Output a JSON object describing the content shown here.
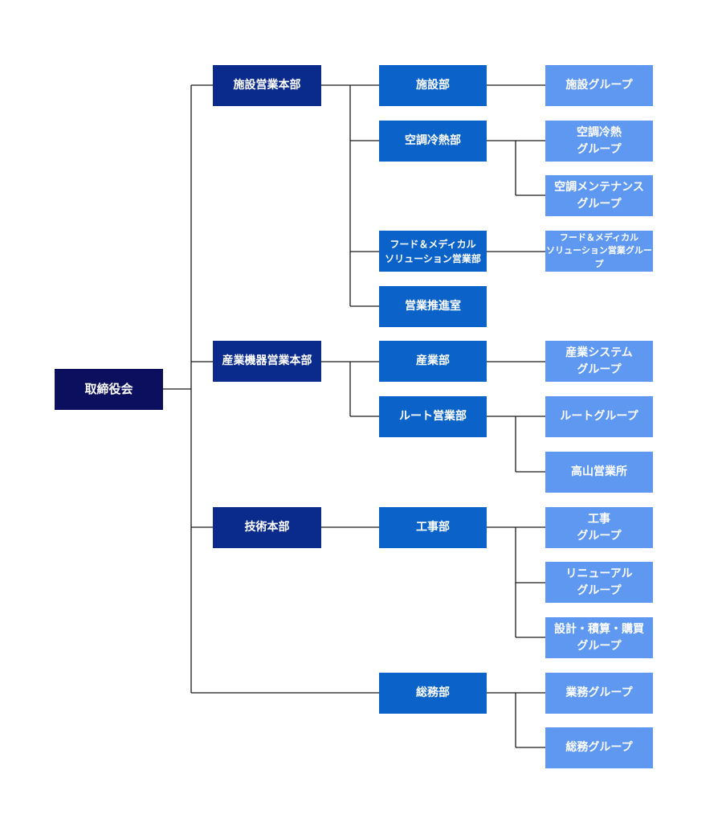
{
  "nodes": {
    "board": "取締役会",
    "facility_hq": "施設営業本部",
    "industrial_hq": "産業機器営業本部",
    "tech_hq": "技術本部",
    "facility_dept": "施設部",
    "hvac_dept": "空調冷熱部",
    "food_medical_dept": "フード＆メディカル\nソリューション営業部",
    "sales_promo": "営業推進室",
    "industry_dept": "産業部",
    "route_dept": "ルート営業部",
    "construction_dept": "工事部",
    "general_affairs_dept": "総務部",
    "facility_group": "施設グループ",
    "hvac_group": "空調冷熱\nグループ",
    "hvac_maint_group": "空調メンテナンス\nグループ",
    "food_medical_group": "フード＆メディカル\nソリューション営業グループ",
    "industry_system_group": "産業システム\nグループ",
    "route_group": "ルートグループ",
    "takayama_office": "高山営業所",
    "construction_group": "工事\nグループ",
    "renewal_group": "リニューアル\nグループ",
    "design_group": "設計・積算・購買\nグループ",
    "business_group": "業務グループ",
    "general_affairs_group": "総務グループ"
  }
}
